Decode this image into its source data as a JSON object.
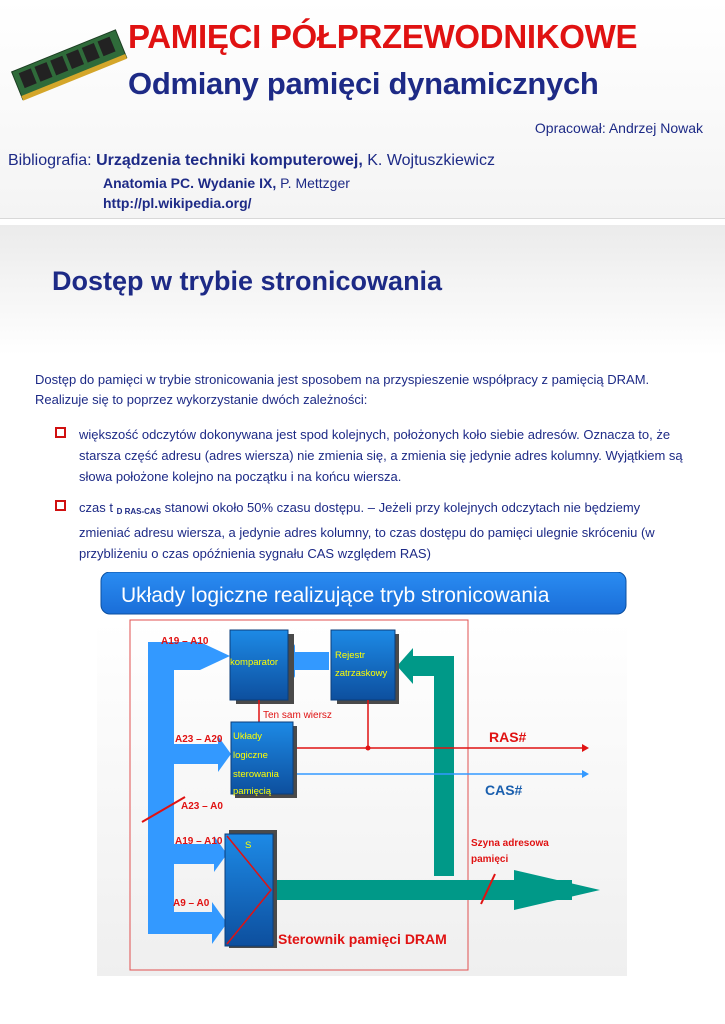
{
  "header": {
    "title": "PAMIĘCI PÓŁPRZEWODNIKOWE",
    "subtitle": "Odmiany pamięci dynamicznych",
    "author": "Opracował: Andrzej Nowak",
    "bibliography_label": "Bibliografia:",
    "book1_title": "Urządzenia techniki komputerowej,",
    "book1_author": "K. Wojtuszkiewicz",
    "book2_title": "Anatomia PC. Wydanie IX,",
    "book2_author": "P. Mettzger",
    "link": "http://pl.wikipedia.org/",
    "image_icon": "ram-module-image"
  },
  "section": {
    "title": "Dostęp w trybie stronicowania",
    "intro": "Dostęp do pamięci w trybie stronicowania jest sposobem na przyspieszenie współpracy z pamięcią DRAM. Realizuje się to poprzez wykorzystanie dwóch zależności:",
    "bullet1": "większość odczytów dokonywana jest spod kolejnych, położonych koło siebie adresów. Oznacza to, że starsza część adresu (adres wiersza) nie zmienia się, a zmienia się jedynie adres kolumny. Wyjątkiem są słowa położone kolejno na początku i na końcu wiersza.",
    "bullet2_pre": "czas t",
    "bullet2_sub": "D RAS-CAS",
    "bullet2_post": "stanowi około 50% czasu dostępu. – Jeżeli przy kolejnych odczytach nie będziemy zmieniać adresu wiersza, a jedynie adres kolumny, to czas dostępu do pamięci ulegnie skróceniu (w przybliżeniu o czas opóźnienia sygnału CAS względem RAS)"
  },
  "diagram": {
    "title": "Układy logiczne realizujące tryb stronicowania",
    "a19_a10_top": "A19 – A10",
    "comparator": "komparator",
    "register_1": "Rejestr",
    "register_2": "zatrzaskowy",
    "same_row": "Ten sam wiersz",
    "a23_a20": "A23 – A20",
    "logic_1": "Układy",
    "logic_2": "logiczne",
    "logic_3": "sterowania",
    "logic_4": "pamięcią",
    "ras": "RAS#",
    "cas": "CAS#",
    "a23_a0": "A23 – A0",
    "a19_a10_bottom": "A19 – A10",
    "s_label": "S",
    "bus_1": "Szyna adresowa",
    "bus_2": "pamięci",
    "a9_a0": "A9 – A0",
    "controller": "Sterownik pamięci DRAM",
    "colors": {
      "blue": "#3399ff",
      "teal": "#009988",
      "red": "#e01212",
      "navy": "#1d2a86",
      "box": "#1a5fae",
      "yellow": "#ffff00"
    }
  }
}
